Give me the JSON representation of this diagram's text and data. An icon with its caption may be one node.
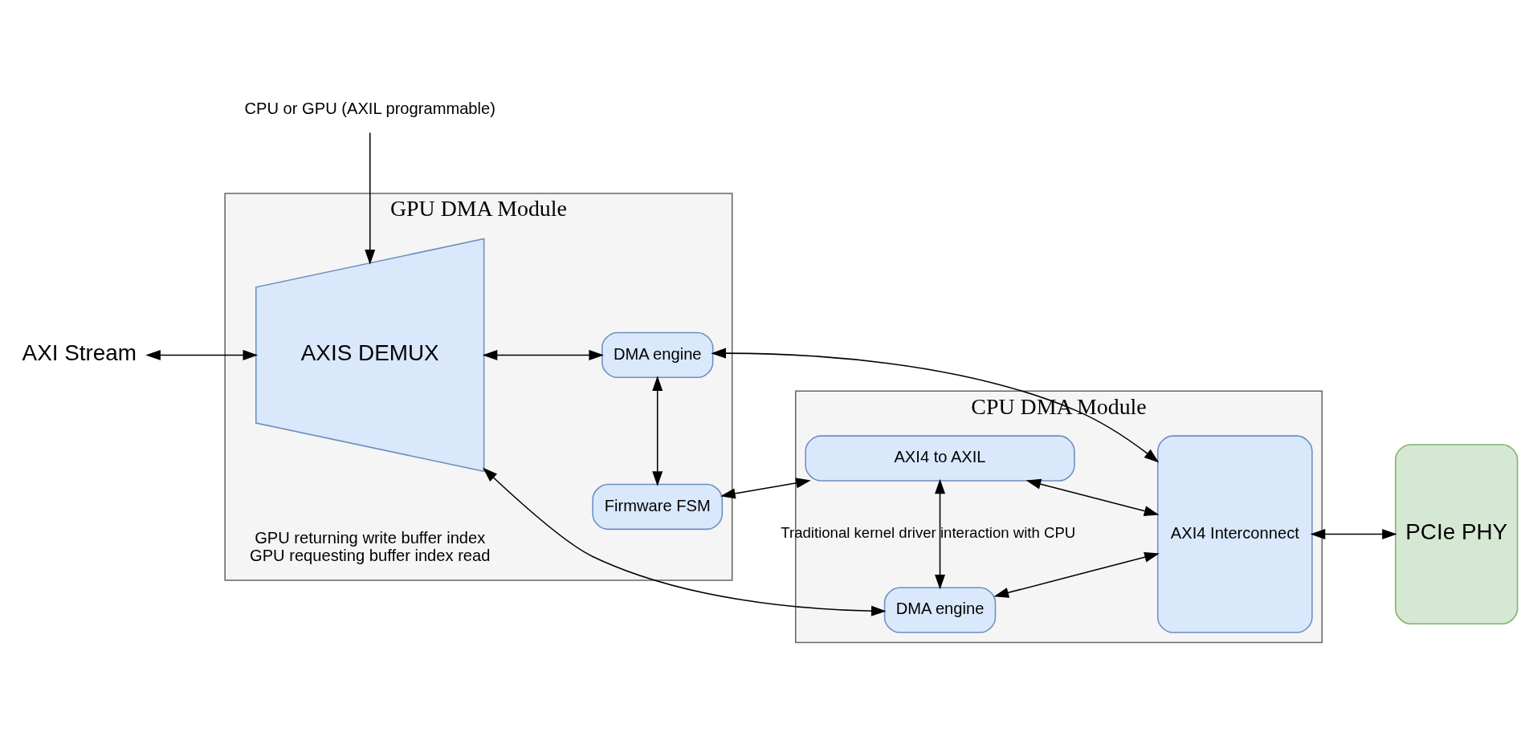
{
  "diagram": {
    "nodes": [
      {
        "text": [
          "GPU DMA Module"
        ]
      },
      {
        "text": [
          "AXIS DEMUX"
        ],
        "in": 0
      },
      {
        "text": [
          "DMA engine"
        ],
        "in": 0
      },
      {
        "text": [
          "Firmware FSM"
        ],
        "in": 0,
        "beside": [
          "GPU returning write buffer index",
          "GPU requesting buffer index read"
        ]
      },
      {
        "text": [
          "CPU DMA Module"
        ]
      },
      {
        "text": [
          "DMA engine"
        ],
        "in": 4
      },
      {
        "text": [
          "AXI4 Interconnect"
        ],
        "in": 4
      },
      {
        "text": [
          "AXI4 to AXIL"
        ],
        "in": 4
      },
      {
        "text": [
          "PCIe PHY"
        ]
      },
      {
        "text": [
          "AXI Stream"
        ]
      },
      {
        "text": [
          "CPU or GPU (AXIL programmable)"
        ]
      }
    ],
    "edges": [
      {
        "from": 9,
        "to": 1,
        "arrow": "both"
      },
      {
        "from": 1,
        "to": 5,
        "arrow": "both"
      },
      {
        "from": 1,
        "to": 2,
        "arrow": "both"
      },
      {
        "from": 2,
        "to": 6,
        "arrow": "both"
      },
      {
        "from": 5,
        "to": 6,
        "arrow": "both"
      },
      {
        "from": 6,
        "to": 8,
        "arrow": "both"
      },
      {
        "from": 2,
        "to": 3,
        "arrow": "both"
      },
      {
        "from": 5,
        "to": 7,
        "arrow": "both",
        "label": "Traditional kernel driver interaction with CPU"
      },
      {
        "from": 6,
        "to": 7,
        "arrow": "both"
      },
      {
        "from": 3,
        "to": 7,
        "arrow": "both"
      },
      {
        "from": 10,
        "to": 1,
        "arrow": "to"
      }
    ]
  }
}
